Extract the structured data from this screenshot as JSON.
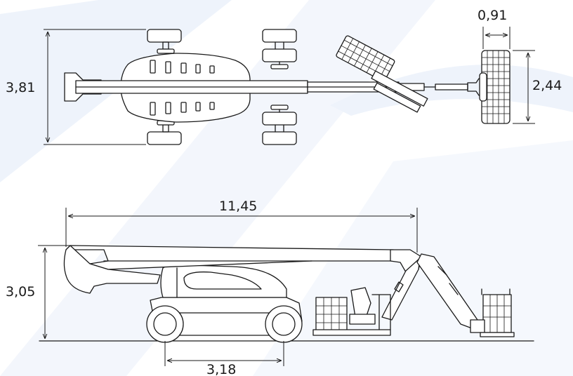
{
  "colors": {
    "background": "#ffffff",
    "watermark": "#eef3fb",
    "line": "#1a1a1a"
  },
  "dimensions": {
    "top_width": "3,81",
    "basket_depth": "0,91",
    "basket_width": "2,44",
    "overall_length": "11,45",
    "stowed_height": "3,05",
    "wheelbase": "3,18"
  }
}
